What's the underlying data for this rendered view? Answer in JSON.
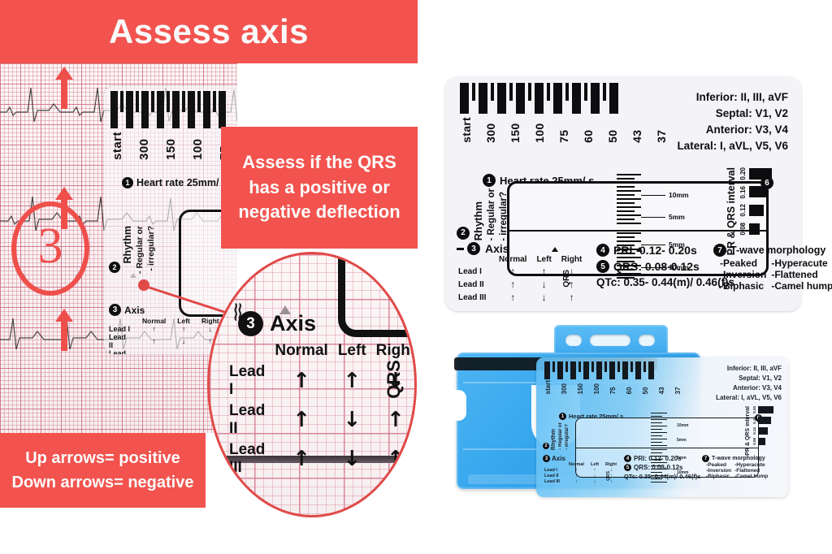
{
  "title_banner": {
    "text": "Assess axis"
  },
  "qrs_banner": {
    "line1": "Assess if the QRS",
    "line2": "has a positive or",
    "line3": "negative deflection"
  },
  "arrows_banner": {
    "line1": "Up arrows= positive",
    "line2": "Down arrows= negative"
  },
  "ecg_photo": {
    "circled_number": "3",
    "annotation_arrow_icon": "red-up-arrow"
  },
  "magnifier": {
    "step_number": "3",
    "section_title": "Axis",
    "qrs_label": "QRS",
    "columns": [
      "Normal",
      "Left",
      "Right"
    ],
    "rows": [
      {
        "lead": "Lead I",
        "normal": "↑",
        "left": "↑",
        "right": "↓"
      },
      {
        "lead": "Lead II",
        "normal": "↑",
        "left": "↓",
        "right": "↑"
      },
      {
        "lead": "Lead III",
        "normal": "↑",
        "left": "↓",
        "right": "↑"
      }
    ]
  },
  "card": {
    "heart_rate": {
      "step": "1",
      "label": "Heart rate 25mm/ s",
      "scale": [
        "start",
        "300",
        "150",
        "100",
        "75",
        "60",
        "50",
        "43",
        "37"
      ]
    },
    "lead_groups": [
      "Inferior: II, III, aVF",
      "Septal: V1, V2",
      "Anterior: V3, V4",
      "Lateral: I, aVL, V5, V6"
    ],
    "rhythm": {
      "step": "2",
      "label": "Rhythm",
      "opt1": "- Regular or",
      "opt2": "- irregular?"
    },
    "amplitude": {
      "step": "6",
      "marks": [
        "10mm",
        "5mm",
        "5mm",
        "10mm"
      ]
    },
    "pr_qrs_interval": {
      "label": "PR & QRS interval",
      "values": [
        "0.20",
        "0.16",
        "0.12",
        "0.08"
      ]
    },
    "axis": {
      "step": "3",
      "title": "Axis",
      "qrs_label": "QRS",
      "columns": [
        "Normal",
        "Left",
        "Right"
      ],
      "rows": [
        {
          "lead": "Lead I",
          "normal": "↑",
          "left": "↑",
          "right": "↓"
        },
        {
          "lead": "Lead II",
          "normal": "↑",
          "left": "↓",
          "right": "↑"
        },
        {
          "lead": "Lead III",
          "normal": "↑",
          "left": "↓",
          "right": "↑"
        }
      ]
    },
    "intervals": {
      "pri_step": "4",
      "pri": "PRI: 0.12- 0.20s",
      "qrs_step": "5",
      "qrs": "QRS: 0.08-0.12s",
      "qtc": "QTc: 0.35- 0.44(m)/ 0.46(f)s"
    },
    "twave": {
      "step": "7",
      "title": "T-wave morphology",
      "items": [
        "-Peaked",
        "-Hyperacute",
        "-Inversion",
        "-Flattened",
        "-Biphasic",
        "-Camel hump"
      ]
    }
  },
  "colors": {
    "banner_red": "#f2534e",
    "card_bg": "#f4f4f8",
    "holder_blue": "#35a6ee",
    "ink": "#0d0d0f"
  }
}
